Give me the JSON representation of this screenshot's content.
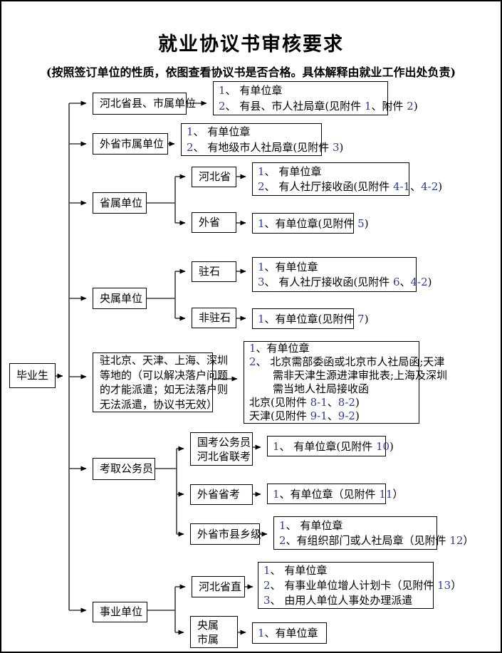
{
  "page": {
    "title": "就业协议书审核要求",
    "subtitle": "(按照签订单位的性质，依图查看协议书是否合格。具体解释由就业工作出处负责)"
  },
  "colors": {
    "digit": "#2E3D98",
    "line": "#3d3d3d",
    "border": "#000000"
  },
  "root": {
    "label": "毕业生"
  },
  "branches": {
    "b1": {
      "label": "河北省县、市属单位"
    },
    "b2": {
      "label": "外省市属单位"
    },
    "b3": {
      "label": "省属单位",
      "children": {
        "hebei": {
          "label": "河北省"
        },
        "waisheng": {
          "label": "外省"
        }
      }
    },
    "b4": {
      "label": "央属单位",
      "children": {
        "zhushi": {
          "label": "驻石"
        },
        "feizhushi": {
          "label": "非驻石"
        }
      }
    },
    "b5": {
      "lines": [
        "驻北京、天津、上海、深圳",
        "等地的（可以解决落户问题",
        "的才能派遣；如无法落户则",
        "无法派遣，协议书无效）"
      ]
    },
    "b6": {
      "label": "考取公务员",
      "children": {
        "guokao": {
          "lines": [
            "国考公务员",
            "河北省联考"
          ]
        },
        "waisheng_shengkao": {
          "label": "外省省考"
        },
        "waisheng_shixianxiang": {
          "label": "外省市县乡级"
        }
      }
    },
    "b7": {
      "label": "事业单位",
      "children": {
        "hebei_shengzhi": {
          "label": "河北省直"
        },
        "yangshu_shishu": {
          "lines": [
            "央属",
            "市属"
          ]
        }
      }
    }
  },
  "reqs": {
    "r1": [
      "1、 有单位章",
      "2、 有县、市人社局章(见附件 1、附件 2)"
    ],
    "r2": [
      "1、 有单位章",
      "2、 有地级市人社局章(见附件 3)"
    ],
    "r3a": [
      "1、 有单位章",
      "2、 有人社厅接收函(见附件 4-1、4-2)"
    ],
    "r3b": [
      "1、有单位章(见附件 5)"
    ],
    "r4a": [
      "1、有单位章",
      "3、 有人社厅接收函(见附件 6、4-2)"
    ],
    "r4b": [
      "1、有单位章(见附件 7)"
    ],
    "r5": [
      "1、有单位章",
      "2、 北京需部委函或北京市人社局函;天津",
      "需非天津生源进津审批表;上海及深圳",
      "需当地人社局接收函",
      "北京(见附件 8-1、8-2)",
      "天津(见附件 9-1、9-2)"
    ],
    "r6a": [
      "1、 有单位章(见附件 10)"
    ],
    "r6b": [
      "1、有单位章（见附件 11）"
    ],
    "r6c": [
      "1、 有单位章",
      "2、有组织部门或人社局章（见附件 12）"
    ],
    "r7a": [
      "1、 有单位章",
      "2、 有事业单位增人计划卡（见附件 13）",
      "3、 由用人单位人事处办理派遣"
    ],
    "r7b": [
      "1、有单位章"
    ]
  }
}
